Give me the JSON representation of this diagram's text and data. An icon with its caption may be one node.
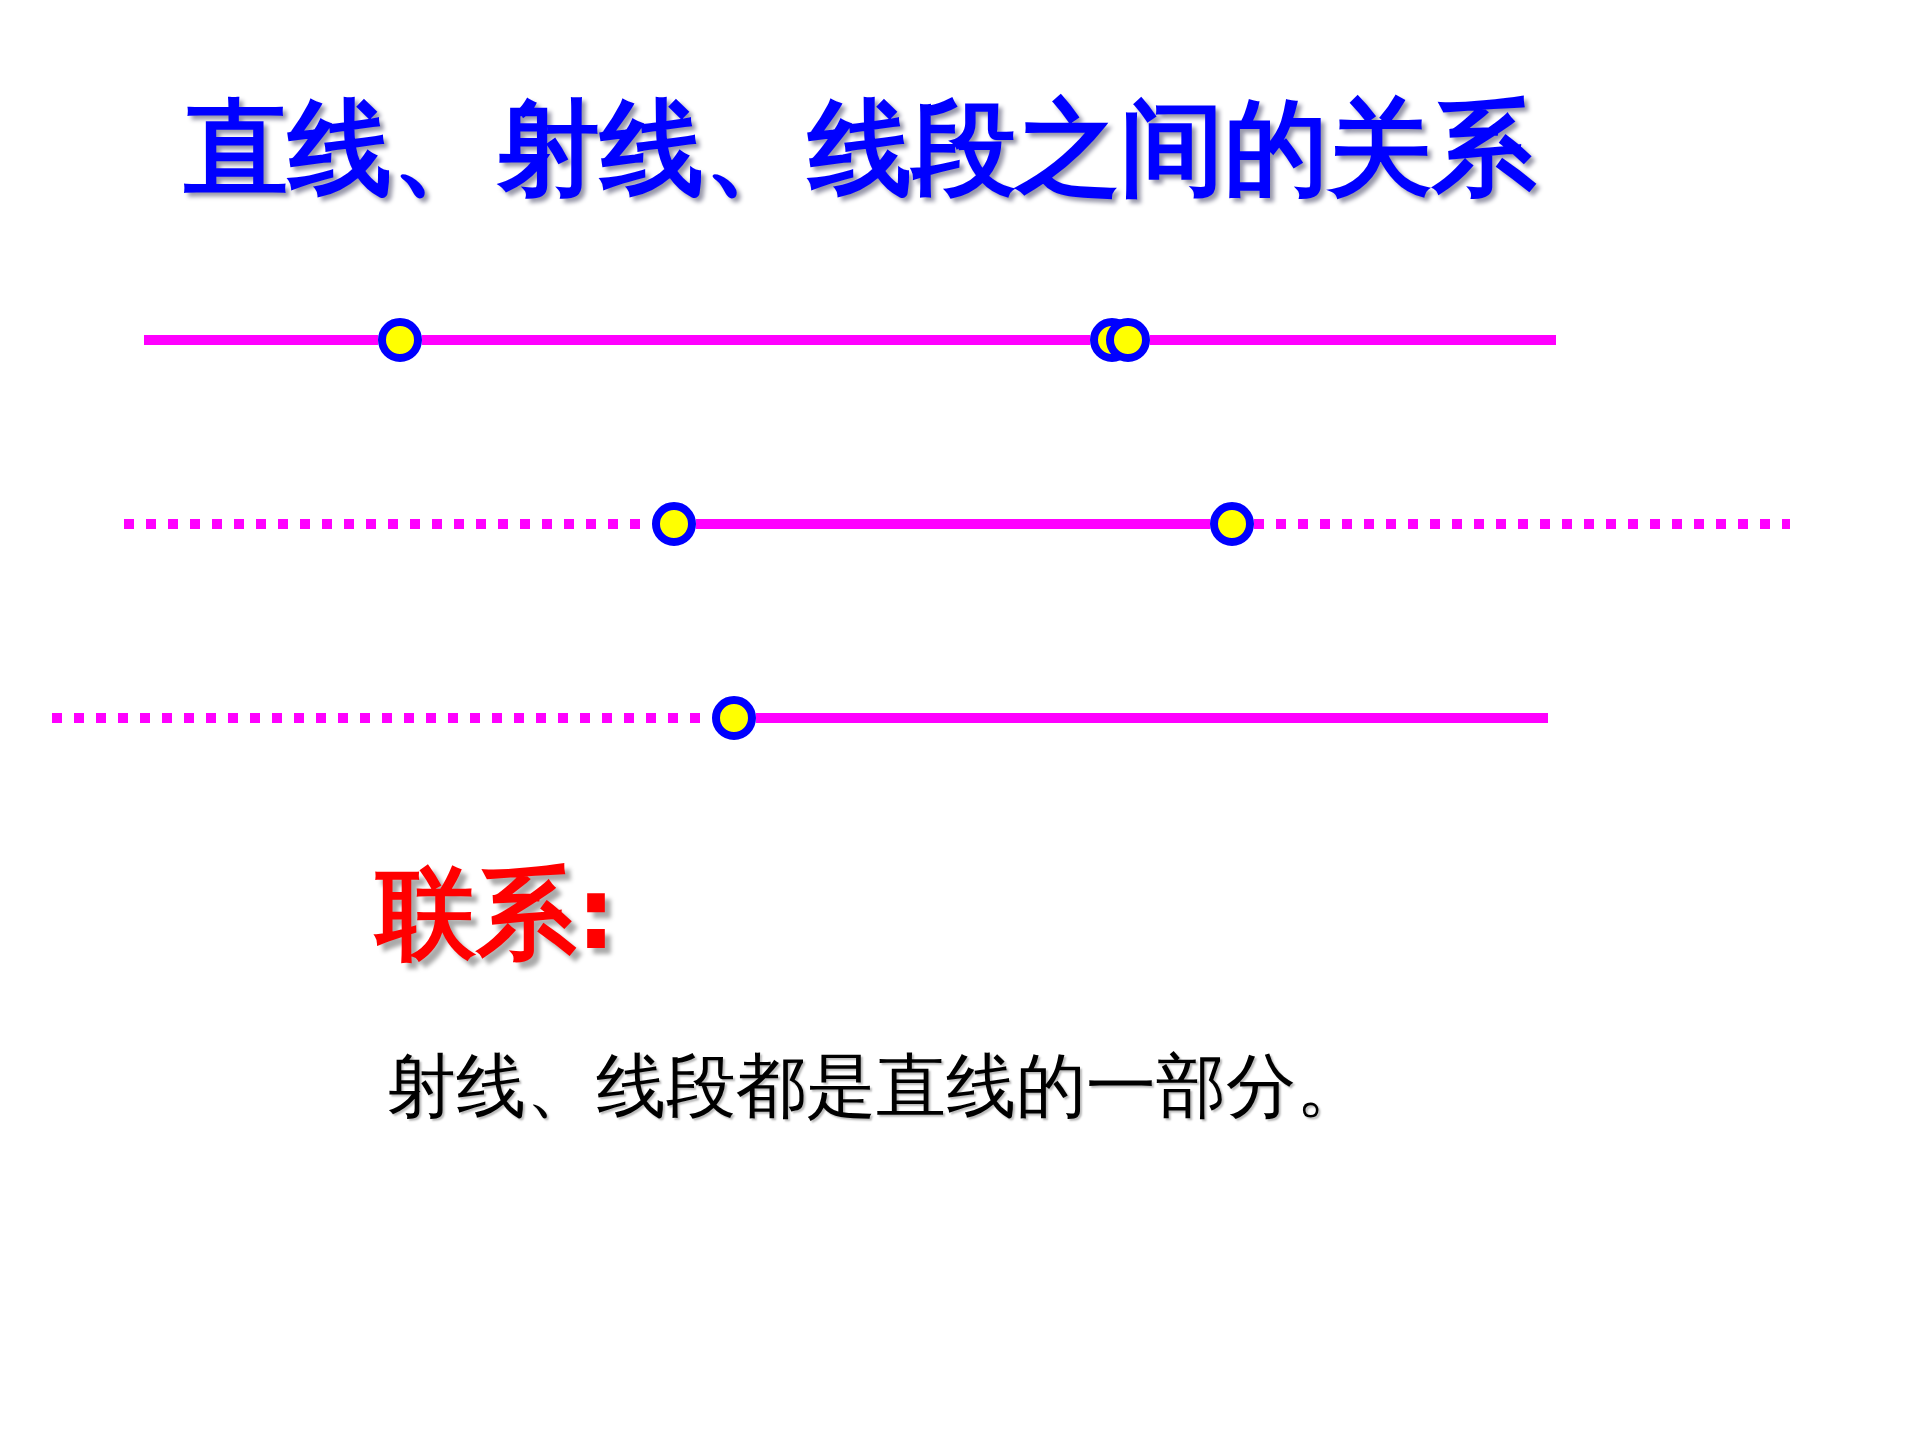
{
  "diagram": {
    "title": "直线、射线、线段之间的关系",
    "nodes": [
      {
        "text": [],
        "shape": "circle"
      },
      {
        "text": [],
        "shape": "circle"
      },
      {
        "text": [],
        "shape": "circle"
      },
      {
        "text": [],
        "shape": "circle"
      },
      {
        "text": [],
        "shape": "circle"
      }
    ],
    "edges": [
      {
        "from": null,
        "to": 0,
        "arrow": "none"
      },
      {
        "from": 0,
        "to": 1,
        "arrow": "none"
      },
      {
        "from": 1,
        "to": null,
        "arrow": "none"
      },
      {
        "from": null,
        "to": 2,
        "arrow": "none",
        "style": "dashed"
      },
      {
        "from": 2,
        "to": 3,
        "arrow": "none"
      },
      {
        "from": 3,
        "to": null,
        "arrow": "none",
        "style": "dashed"
      },
      {
        "from": null,
        "to": 4,
        "arrow": "none",
        "style": "dashed"
      },
      {
        "from": 4,
        "to": null,
        "arrow": "none"
      }
    ],
    "labels": [
      "联系:",
      "射线、线段都是直线的一部分。"
    ]
  }
}
